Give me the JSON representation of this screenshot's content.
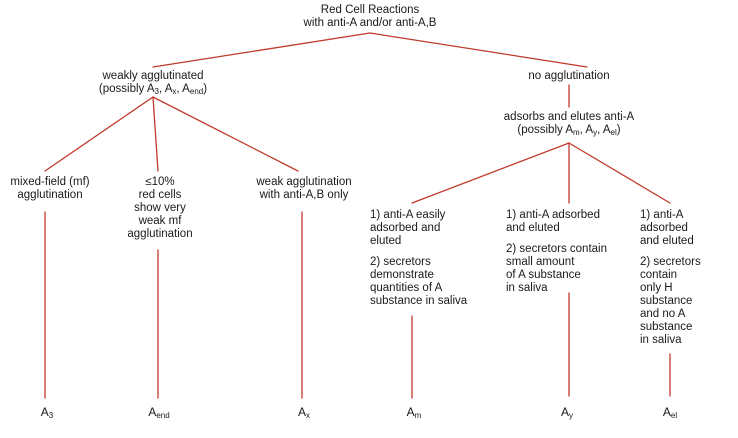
{
  "root": {
    "lines": [
      "Red Cell Reactions",
      "with anti-A and/or anti-A,B"
    ]
  },
  "weak": {
    "line1": "weakly agglutinated",
    "line2": {
      "pre": "(possibly A",
      "s1": "3",
      "m1": ", A",
      "s2": "x",
      "m2": ", A",
      "s3": "end",
      "post": ")"
    }
  },
  "none": {
    "line1": "no agglutination"
  },
  "adsorbs": {
    "line1": "adsorbs and elutes anti-A",
    "line2": {
      "pre": "(possibly A",
      "s1": "m",
      "m1": ", A",
      "s2": "y",
      "m2": ", A",
      "s3": "el",
      "post": ")"
    }
  },
  "mixed": {
    "lines": [
      "mixed-field (mf)",
      "agglutination"
    ]
  },
  "ten": {
    "lines": [
      "≤10%",
      "red cells",
      "show very",
      "weak mf",
      "agglutination"
    ]
  },
  "weakab": {
    "lines": [
      "weak agglutination",
      "with anti-A,B only"
    ]
  },
  "am_desc": {
    "p1": [
      "1) anti-A easily",
      "    adsorbed and",
      "    eluted"
    ],
    "p2": [
      "2) secretors",
      "    demonstrate",
      "    quantities of A",
      "    substance in saliva"
    ]
  },
  "ay_desc": {
    "p1": [
      "1) anti-A adsorbed",
      "    and eluted"
    ],
    "p2": [
      "2) secretors contain",
      "    small amount",
      "    of A substance",
      "    in saliva"
    ]
  },
  "ael_desc": {
    "p1": [
      "1) anti-A",
      "    adsorbed",
      "    and eluted"
    ],
    "p2": [
      "2) secretors",
      "    contain",
      "    only H",
      "    substance",
      "    and no A",
      "    substance",
      "    in saliva"
    ]
  },
  "leaves": {
    "a3": {
      "base": "A",
      "sub": "3"
    },
    "aend": {
      "base": "A",
      "sub": "end"
    },
    "ax": {
      "base": "A",
      "sub": "x"
    },
    "am": {
      "base": "A",
      "sub": "m"
    },
    "ay": {
      "base": "A",
      "sub": "y"
    },
    "ael": {
      "base": "A",
      "sub": "el"
    }
  },
  "colors": {
    "edge": "#c0392b",
    "text": "#1a1a1a"
  }
}
